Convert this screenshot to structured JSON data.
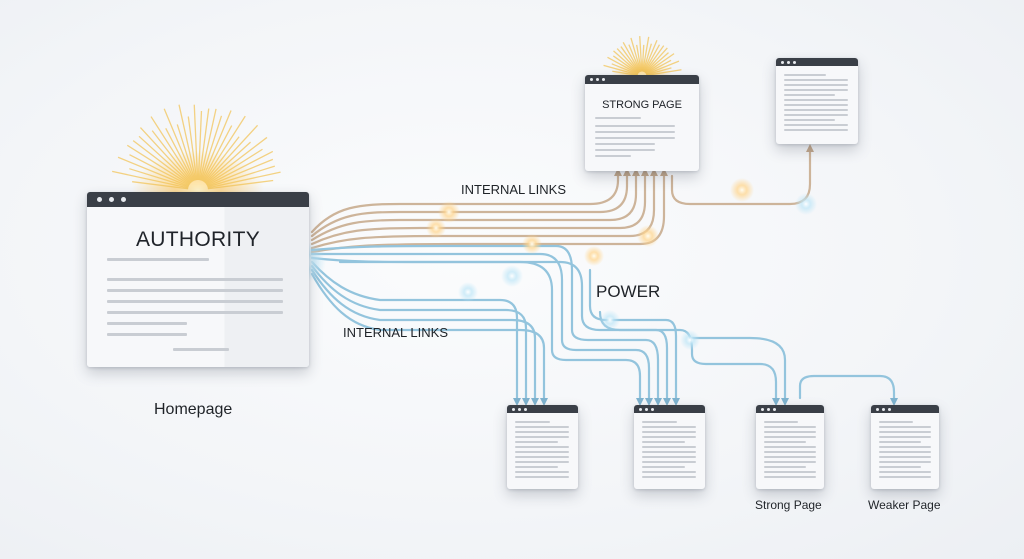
{
  "labels": {
    "authority": "AUTHORITY",
    "strong_page_title": "STRONG PAGE",
    "internal_links_top": "INTERNAL LINKS",
    "internal_links_bottom": "INTERNAL LINKS",
    "power": "POWER",
    "homepage": "Homepage",
    "strong_page": "Strong Page",
    "weaker_page": "Weaker Page"
  },
  "colors": {
    "warm_link": "#cdb49a",
    "cool_link": "#8fc0da",
    "glow": "#ffd27a",
    "window_bar": "#3a3f47"
  },
  "icons": {
    "authority_glow": "sunburst-icon",
    "strong_page_glow": "sunburst-icon",
    "arrowhead": "arrowhead-icon"
  }
}
